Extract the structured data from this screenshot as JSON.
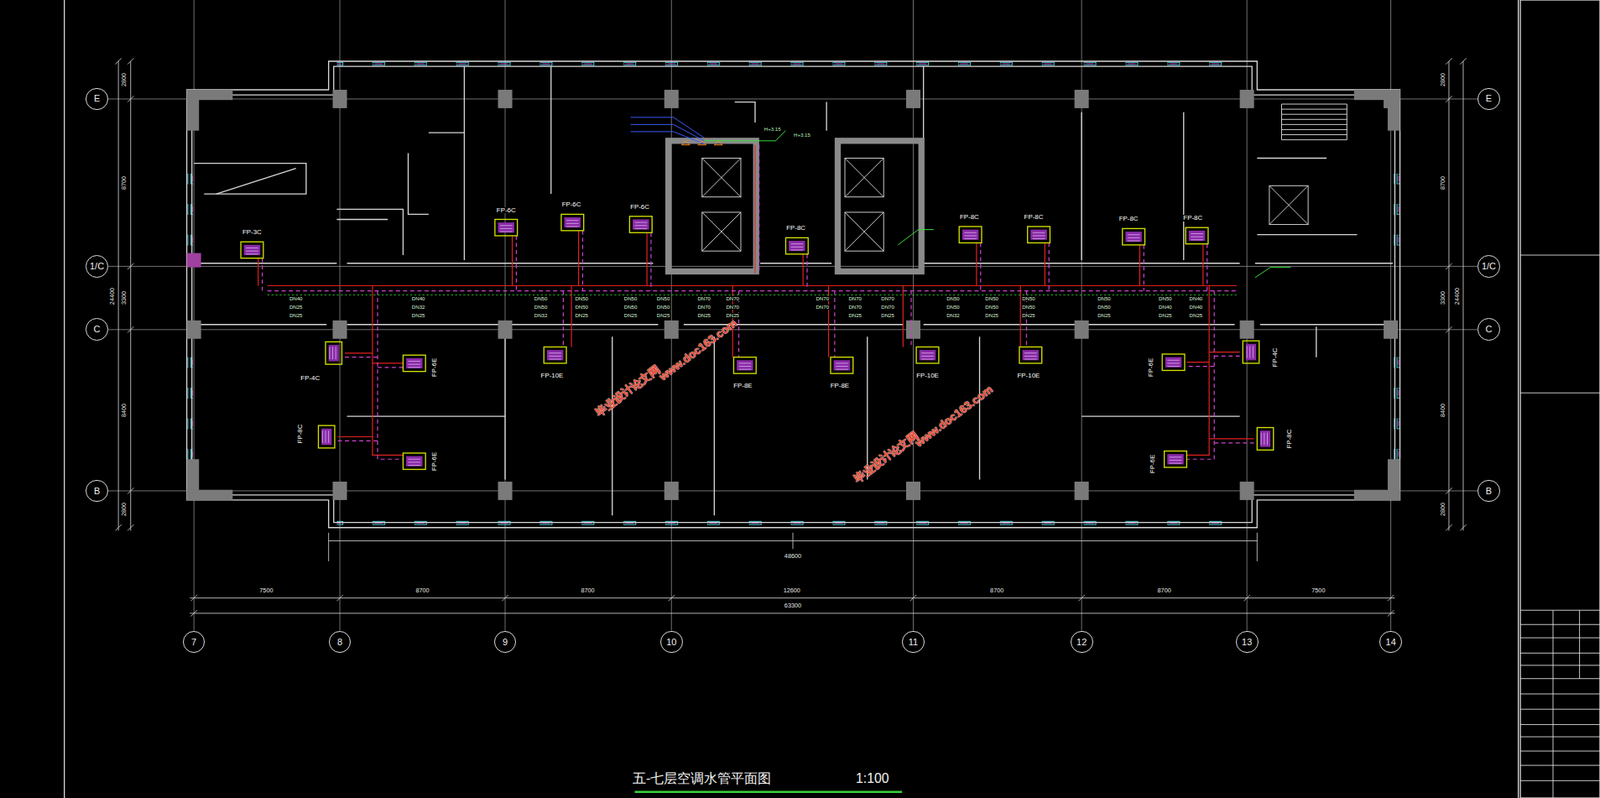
{
  "diagram": {
    "title": "五-七层空调水管平面图",
    "nodes": [
      {
        "text": [
          "E"
        ]
      },
      {
        "text": [
          "E"
        ]
      },
      {
        "text": [
          "1/C"
        ]
      },
      {
        "text": [
          "1/C"
        ]
      },
      {
        "text": [
          "C"
        ]
      },
      {
        "text": [
          "C"
        ]
      },
      {
        "text": [
          "B"
        ]
      },
      {
        "text": [
          "B"
        ]
      },
      {
        "text": [
          "7"
        ]
      },
      {
        "text": [
          "8"
        ]
      },
      {
        "text": [
          "9"
        ]
      },
      {
        "text": [
          "10"
        ]
      },
      {
        "text": [
          "11"
        ]
      },
      {
        "text": [
          "12"
        ]
      },
      {
        "text": [
          "13"
        ]
      },
      {
        "text": [
          "14"
        ]
      }
    ],
    "labels": [
      "7500",
      "8700",
      "8700",
      "12600",
      "8700",
      "8700",
      "7500",
      "63300",
      "48600",
      "2800",
      "8700",
      "3300",
      "8400",
      "2800",
      "24400",
      "2800",
      "8700",
      "3300",
      "8400",
      "2800",
      "24400",
      "1:100",
      "FP-3C",
      "FP-6C",
      "FP-6C",
      "FP-6C",
      "FP-8C",
      "FP-8C",
      "FP-8C",
      "FP-8C",
      "FP-8C",
      "FP-4C",
      "FP-6E",
      "FP-8C",
      "FP-6E",
      "FP-10E",
      "FP-8E",
      "FP-8E",
      "FP-10E",
      "FP-10E",
      "FP-6E",
      "FP-4C",
      "FP-8C",
      "FP-6E",
      "H+3.15",
      "H+3.15",
      "毕业设计论文网",
      "www.doc163.com",
      "毕业设计论文网",
      "www.doc163.com",
      "DN40",
      "DN25",
      "DN25",
      "DN40",
      "DN32",
      "DN25",
      "DN50",
      "DN50",
      "DN32",
      "DN50",
      "DN50",
      "DN25",
      "DN50",
      "DN50",
      "DN25",
      "DN50",
      "DN50",
      "DN25",
      "DN70",
      "DN70",
      "DN25",
      "DN70",
      "DN70",
      "DN25",
      "DN70",
      "DN70",
      "DN70",
      "DN70",
      "DN25",
      "DN70",
      "DN70",
      "DN25",
      "DN50",
      "DN50",
      "DN32",
      "DN50",
      "DN50",
      "DN25",
      "DN50",
      "DN50",
      "DN25",
      "DN50",
      "DN50",
      "DN25",
      "DN50",
      "DN40",
      "DN25",
      "DN40",
      "DN40",
      "DN25"
    ]
  }
}
